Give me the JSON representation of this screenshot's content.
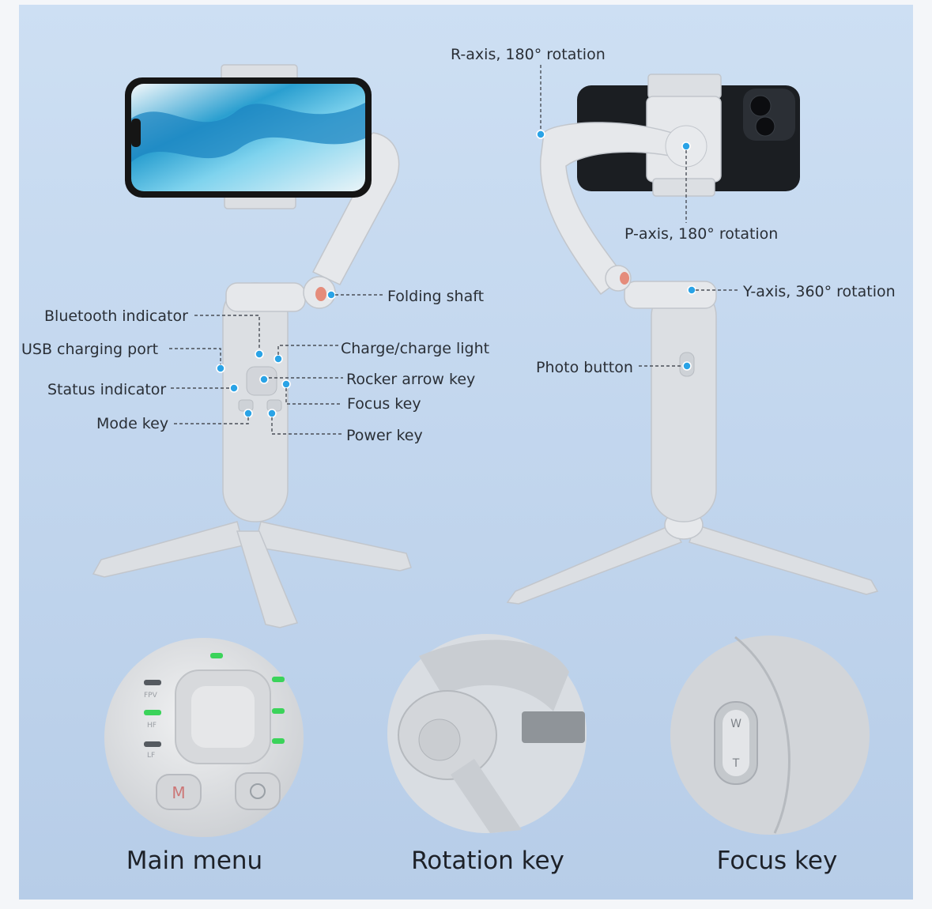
{
  "labels": {
    "r_axis": "R-axis, 180° rotation",
    "p_axis": "P-axis, 180° rotation",
    "y_axis": "Y-axis, 360°   rotation",
    "folding_shaft": "Folding shaft",
    "bluetooth_indicator": "Bluetooth indicator",
    "usb_port": "USB charging port",
    "charge_light": "Charge/charge light",
    "rocker_key": "Rocker arrow key",
    "status_indicator": "Status indicator",
    "focus_key": "Focus key",
    "mode_key": "Mode key",
    "power_key": "Power key",
    "photo_button": "Photo button"
  },
  "captions": {
    "main_menu": "Main menu",
    "rotation_key": "Rotation key",
    "focus_key": "Focus key"
  },
  "closeup_marks": {
    "fpv": "FPV",
    "hf": "HF",
    "lf": "LF",
    "m_button": "M",
    "w": "W",
    "t": "T"
  },
  "colors": {
    "background_top": "#c9dcf2",
    "background_bottom": "#b9cfe8",
    "indicator_dot": "#2aa3e6",
    "led_green": "#3bd35a",
    "device_grey": "#dcdfe3"
  }
}
